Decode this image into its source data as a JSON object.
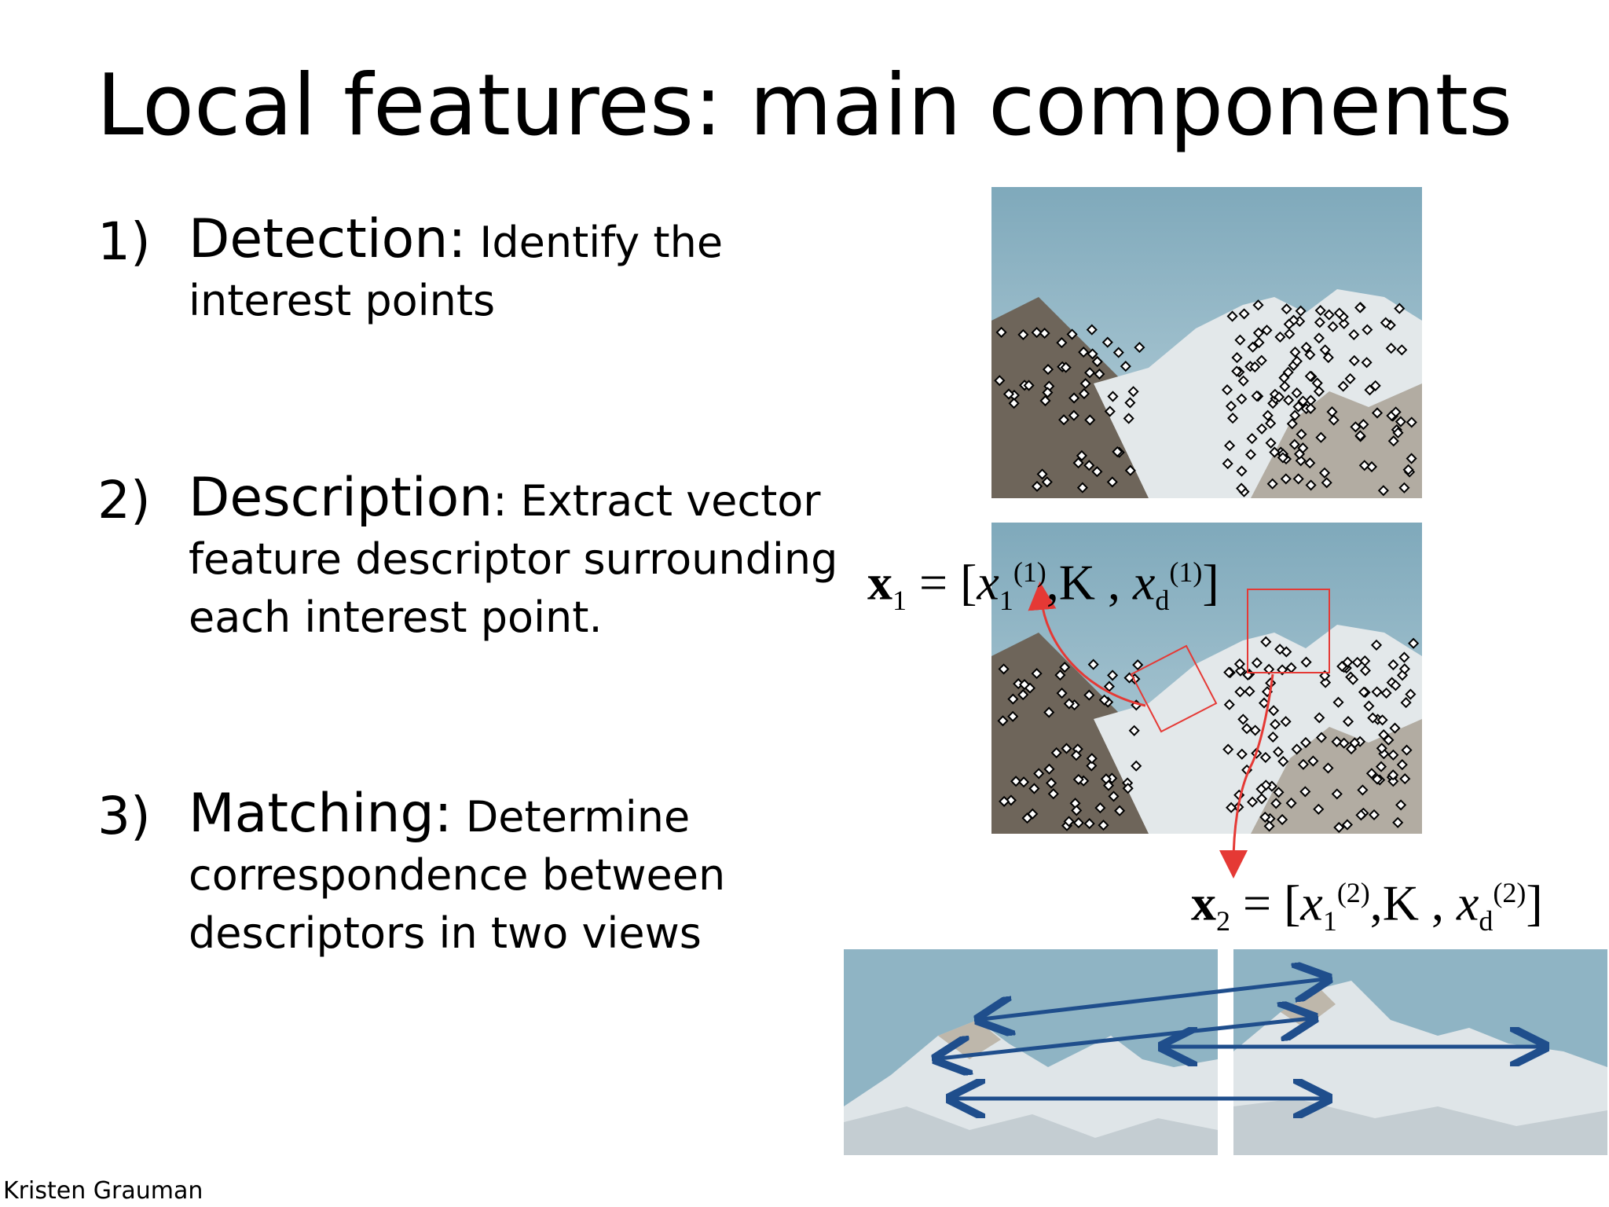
{
  "slide": {
    "title": "Local features: main components",
    "credit": "Kristen Grauman"
  },
  "steps": [
    {
      "number": "1)",
      "heading": "Detection:",
      "line1_rest": " Identify the",
      "line2": "interest points",
      "line3": ""
    },
    {
      "number": "2)",
      "heading": "Description",
      "line1_rest": ": Extract vector",
      "line2": "feature descriptor surrounding",
      "line3": "each interest point."
    },
    {
      "number": "3)",
      "heading": "Matching:",
      "line1_rest": " Determine",
      "line2": "correspondence between",
      "line3": "descriptors in two views"
    }
  ],
  "equations": {
    "x1": {
      "vec": "x",
      "vec_sub": "1",
      "eq": " = [",
      "var": "x",
      "elem_sub": "1",
      "sup": "(1)",
      "mid": ",K ,",
      "last_sub": "d",
      "close": "]"
    },
    "x2": {
      "vec": "x",
      "vec_sub": "2",
      "eq": " = [",
      "var": "x",
      "elem_sub": "1",
      "sup": "(2)",
      "mid": ",K ,",
      "last_sub": "d",
      "close": "]"
    }
  },
  "colors": {
    "sky": "#8fb4c4",
    "rock": "#6e655a",
    "snow": "#e8ecef",
    "keypoint_box": "#e53935",
    "keypoint_arrow": "#e53935",
    "match_arrow": "#1f4e8c"
  },
  "icons": {
    "detection_image": "mountain-photo-keypoints",
    "description_image": "mountain-photo-descriptors",
    "matching_images": "mountain-photo-pair"
  }
}
